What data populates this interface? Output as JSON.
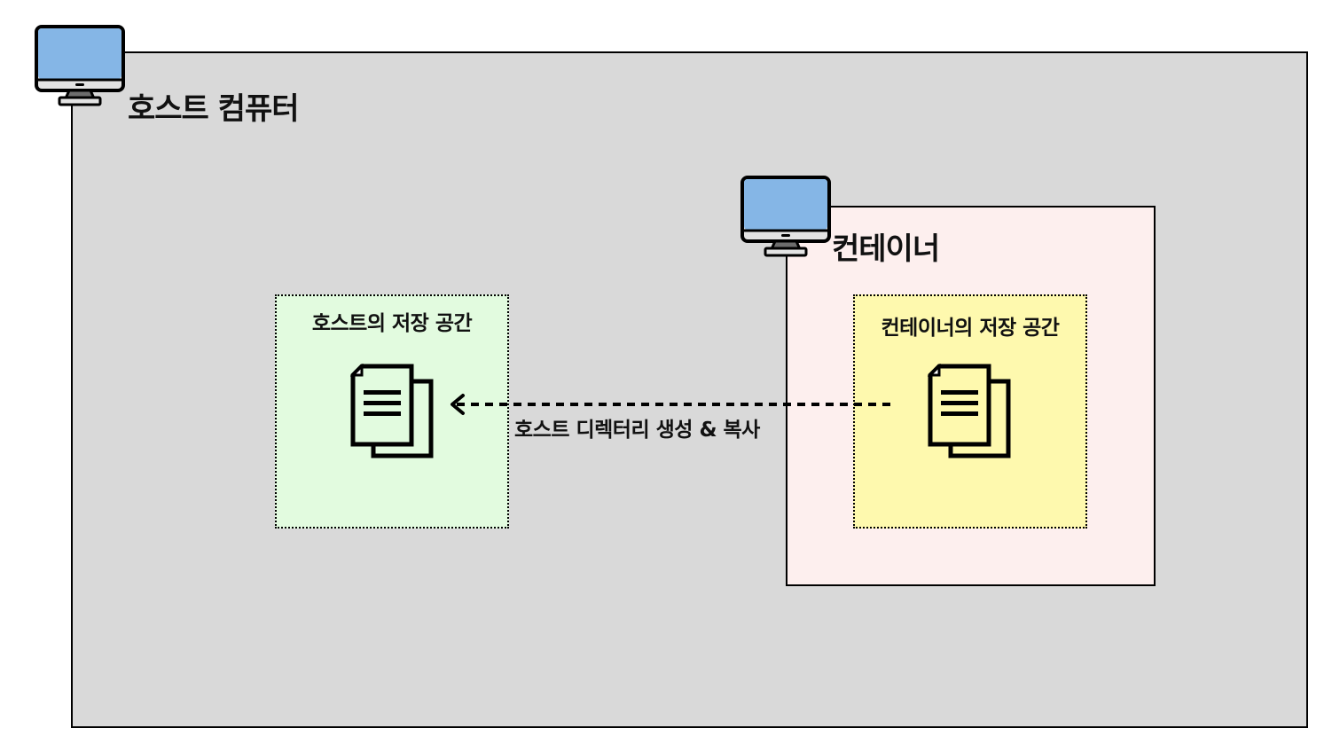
{
  "diagram": {
    "host": {
      "title": "호스트 컴퓨터",
      "icon": "monitor-icon",
      "background": "#d9d9d9"
    },
    "container": {
      "title": "컨테이너",
      "icon": "monitor-icon",
      "background": "#fdefee"
    },
    "host_storage": {
      "label": "호스트의 저장 공간",
      "icon": "document-copy-icon",
      "background": "#e2fbdf"
    },
    "container_storage": {
      "label": "컨테이너의 저장 공간",
      "icon": "document-copy-icon",
      "background": "#fef9ae"
    },
    "edge": {
      "label": "호스트 디렉터리 생성 & 복사",
      "from": "container_storage",
      "to": "host_storage",
      "style": "dashed"
    },
    "colors": {
      "monitor_screen": "#85b6e6",
      "monitor_bezel": "#e3e3e3",
      "monitor_stand": "#6d6d6d",
      "stroke": "#000000"
    }
  }
}
